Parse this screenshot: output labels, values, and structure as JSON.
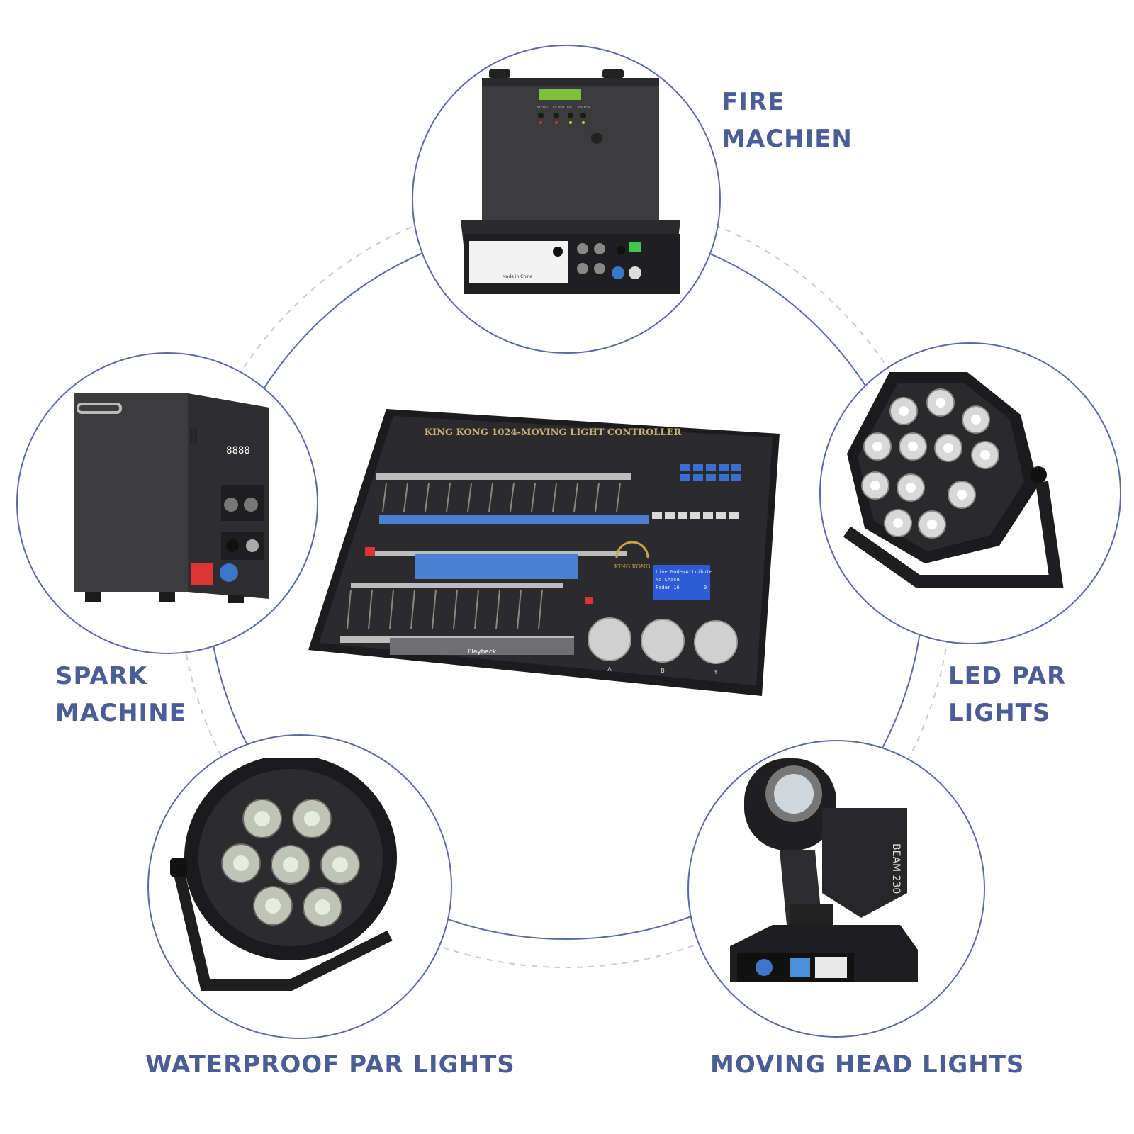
{
  "labels": {
    "fire": [
      "FIRE",
      "MACHIEN"
    ],
    "spark": [
      "SPARK",
      "MACHINE"
    ],
    "ledpar": [
      "LED PAR",
      "LIGHTS"
    ],
    "waterproof": "WATERPROOF PAR LIGHTS",
    "moving": "MOVING HEAD LIGHTS"
  },
  "console": {
    "brand_title": "KING KONG 1024-MOVING LIGHT CONTROLLER",
    "logo_text": "KING KONG",
    "lcd_line1": "Live Mode>Attribute",
    "lcd_line2": "No Chase",
    "lcd_line3": "Fader 16",
    "lcd_value": "0",
    "playback_label": "Playback",
    "wheel_labels": [
      "A",
      "B",
      "Y"
    ]
  },
  "fire_machine": {
    "display_label": "Made in China",
    "button_labels": [
      "MENU",
      "DOWN",
      "UP",
      "ENTER"
    ]
  },
  "spark_machine": {
    "display": "8888"
  },
  "moving_head": {
    "model": "BEAM 230"
  },
  "colors": {
    "label": "#4b5d97",
    "ring": "#5a6aa6",
    "dashed": "#c5cbe0",
    "device": "#2a2a2c",
    "accent_blue": "#3a76c9"
  }
}
